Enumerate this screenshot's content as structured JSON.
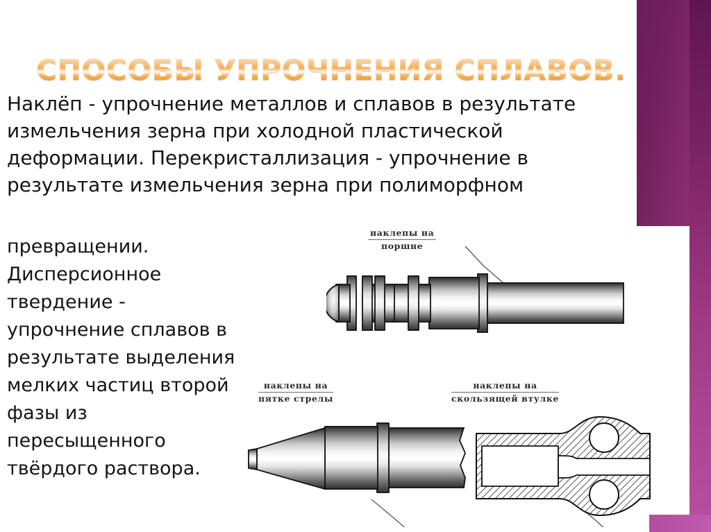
{
  "slide": {
    "title": "СПОСОБЫ УПРОЧНЕНИЯ СПЛАВОВ.",
    "title_color": "#f2a64a",
    "accent_color": "#7a2362",
    "accent_color_bright": "#b84fa0",
    "background_color": "#ffffff"
  },
  "body": {
    "paragraph_top": "Наклёп - упрочнение металлов и сплавов в результате измельчения зерна при холодной пластической деформации. Перекристаллизация - упрочнение в результате измельчения зерна при полиморфном",
    "paragraph_bottom": "превращении. Дисперсионное твердение - упрочнение сплавов в результате выделения мелких частиц второй фазы из пересыщенного твёрдого раствора."
  },
  "figures": {
    "callouts": [
      {
        "line1": "наклепы  на",
        "line2": "поршне"
      },
      {
        "line1": "наклепы  на",
        "line2": "пятке стрелы"
      },
      {
        "line1": "наклепы  на",
        "line2": "скользящей втулке"
      }
    ],
    "items": [
      {
        "name": "piston-drawing"
      },
      {
        "name": "arrow-heel-drawing"
      },
      {
        "name": "sliding-bushing-section-drawing"
      }
    ]
  }
}
